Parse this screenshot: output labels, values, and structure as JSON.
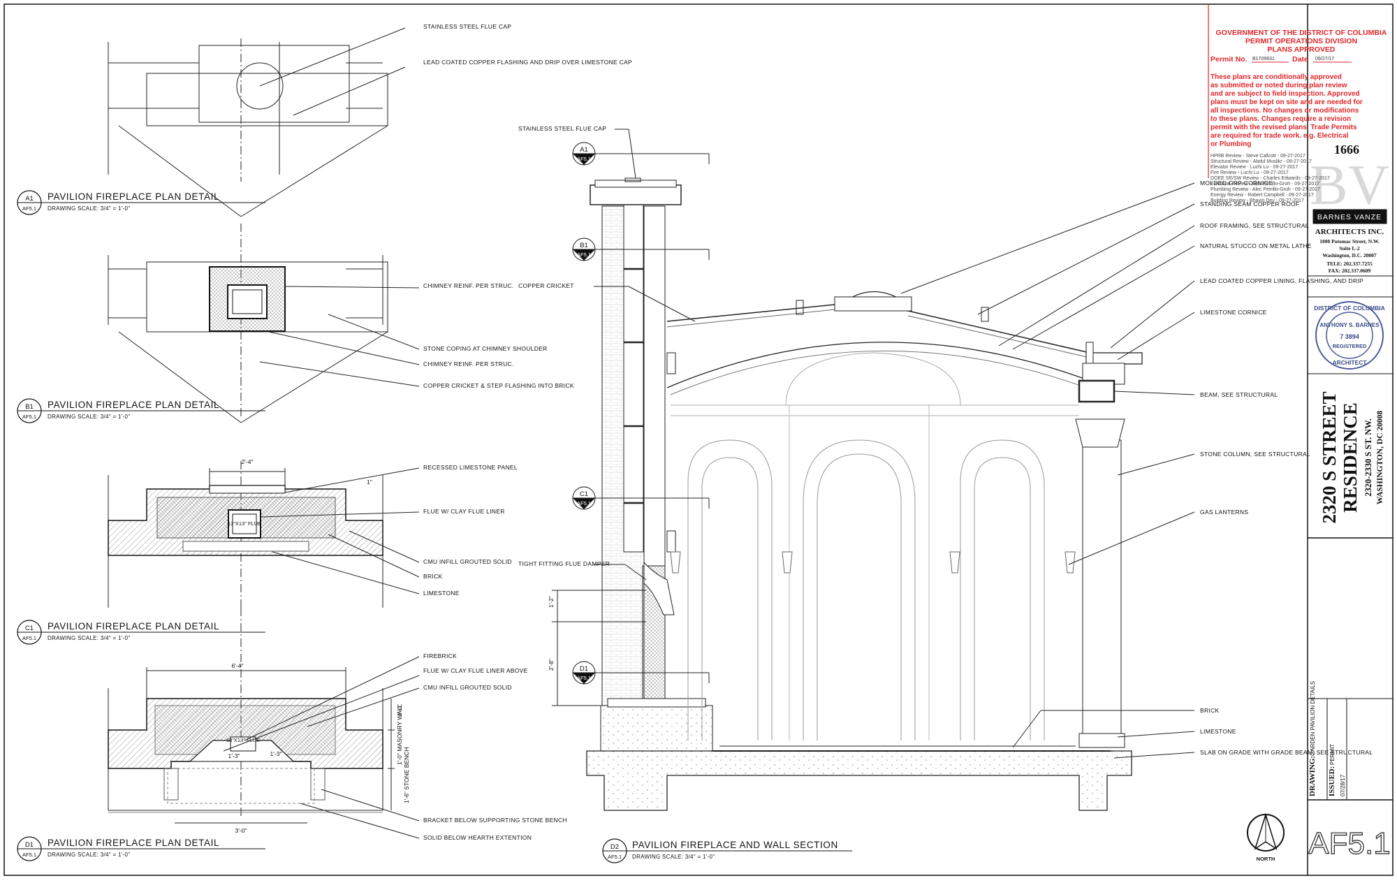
{
  "details": {
    "a1": {
      "tag_top": "A1",
      "tag_bottom": "AF5.1",
      "title": "PAVILION FIREPLACE PLAN DETAIL",
      "scale": "DRAWING SCALE: 3/4\" = 1'-0\"",
      "notes": [
        "STAINLESS STEEL FLUE CAP",
        "LEAD COATED COPPER FLASHING AND DRIP OVER LIMESTONE CAP"
      ]
    },
    "b1": {
      "tag_top": "B1",
      "tag_bottom": "AF5.1",
      "title": "PAVILION FIREPLACE PLAN DETAIL",
      "scale": "DRAWING SCALE: 3/4\" = 1'-0\"",
      "notes": [
        "CHIMNEY REINF. PER STRUC.",
        "STONE COPING AT CHIMNEY SHOULDER",
        "CHIMNEY REINF. PER STRUC.",
        "COPPER CRICKET & STEP FLASHING INTO BRICK"
      ]
    },
    "c1": {
      "tag_top": "C1",
      "tag_bottom": "AF5.1",
      "title": "PAVILION FIREPLACE PLAN DETAIL",
      "scale": "DRAWING SCALE: 3/4\" = 1'-0\"",
      "notes": [
        "RECESSED LIMESTONE PANEL",
        "FLUE W/ CLAY FLUE LINER",
        "CMU INFILL GROUTED SOLID",
        "BRICK",
        "LIMESTONE"
      ],
      "dims": [
        "2'-4\"",
        "1\"",
        "13\"X13\" FLUE"
      ]
    },
    "d1": {
      "tag_top": "D1",
      "tag_bottom": "AF5.1",
      "title": "PAVILION FIREPLACE PLAN DETAIL",
      "scale": "DRAWING SCALE: 3/4\" = 1'-0\"",
      "notes": [
        "FIREBRICK",
        "FLUE W/ CLAY FLUE LINER ABOVE",
        "CMU INFILL GROUTED SOLID",
        "BRACKET BELOW SUPPORTING STONE BENCH",
        "SOLID BELOW HEARTH EXTENTION"
      ],
      "dims": [
        "6'-4\"",
        "13\"X13\" FLUE",
        "1'-3\"",
        "1'-3\"",
        "3'-0\"",
        "1'-0\"",
        "1'-0\" MASONRY WALL",
        "1'-6\" STONE BENCH"
      ]
    },
    "d2": {
      "tag_top": "D2",
      "tag_bottom": "AF5.1",
      "title": "PAVILION FIREPLACE AND WALL SECTION",
      "scale": "DRAWING SCALE: 3/4\" = 1'-0\"",
      "left_notes": [
        "STAINLESS STEEL FLUE CAP",
        "COPPER CRICKET",
        "TIGHT FITTING FLUE DAMPER"
      ],
      "right_notes": [
        "MOLDED GRP CORNICE",
        "STANDING SEAM COPPER ROOF",
        "ROOF FRAMING, SEE STRUCTURAL",
        "NATURAL STUCCO ON METAL LATHE",
        "LEAD COATED COPPER LINING, FLASHING, AND DRIP",
        "LIMESTONE CORNICE",
        "BEAM, SEE STRUCTURAL",
        "STONE COLUMN, SEE STRUCTURAL",
        "GAS LANTERNS",
        "BRICK",
        "LIMESTONE",
        "SLAB ON GRADE WITH GRADE BEAM, SEE STRUCTURAL"
      ],
      "dims": [
        "1'-2\"",
        "2'-8\""
      ],
      "callouts": [
        {
          "t": "A1",
          "b": "AF5.1"
        },
        {
          "t": "B1",
          "b": "AF5.1"
        },
        {
          "t": "C1",
          "b": "AF5.1"
        },
        {
          "t": "D1",
          "b": "AF5.1"
        }
      ]
    }
  },
  "stamp": {
    "line1": "GOVERNMENT OF THE DISTRICT OF COLUMBIA",
    "line2": "PERMIT OPERATIONS DIVISION",
    "line3": "PLANS APPROVED",
    "permit_label": "Permit No.",
    "permit_no": "B1709931",
    "date_label": "Date",
    "date": "09/27/17",
    "conditions": [
      "These plans are conditionally approved",
      "as submitted or noted during plan review",
      "and are subject to field inspection. Approved",
      "plans must be kept on site and are needed for",
      "all inspections.  No changes or modifications",
      "to these plans.  Changes require a revision",
      "permit with the revised plans. Trade Permits",
      "are required for trade work. e.g. Electrical",
      "or Plumbing"
    ],
    "number": "1666",
    "reviews": [
      "HPRB Review - Steve Callcott - 09-27-2017",
      "Structural Review - Abdul Muslikr - 09-27-2017",
      "Elevator Review - Luchi Lu - 09-27-2017",
      "Fire Review - Luchi Lu - 09-27-2017",
      "DOEE SE/SW Review - Charles Edwards - 09-27-2017",
      "Electrical Review - Alec Petrillo-Groh - 09-27-2017",
      "Plumbing Review - Alec Petrillo-Groh - 09-27-2017",
      "Energy Review - Robert Campbell - 09-27-2017",
      "Building Review - Bhavin Dey - 09-27-2017"
    ]
  },
  "titleblock": {
    "logo": "BV",
    "firm": "BARNES VANZE",
    "firm2": "ARCHITECTS INC.",
    "address": [
      "1000 Potomac Street, N.W.",
      "Suite L-2",
      "Washington, D.C. 20007"
    ],
    "tele": "TELE: 202.337.7255",
    "fax": "FAX:   202.337.0609",
    "seal": {
      "outer": "DISTRICT OF COLUMBIA",
      "name": "ANTHONY S. BARNES",
      "number": "7 3894",
      "bottom": "ARCHITECT",
      "registered": "REGISTERED"
    },
    "project1": "2320 S STREET",
    "project2": "RESIDENCE",
    "project_addr": "2320-2330 S ST. NW.",
    "project_city": "WASHINGTON, DC 20008",
    "drawing_label": "DRAWING:",
    "drawing": "GARDEN PAVILION DETAILS",
    "issued_label": "ISSUED:",
    "issued": "PERMIT",
    "issued_date": "07/28/17",
    "sheet": "AF5.1",
    "north": "NORTH"
  }
}
